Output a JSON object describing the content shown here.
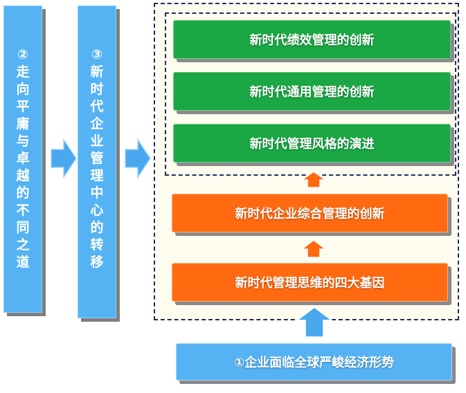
{
  "colors": {
    "blue": "#55b3f3",
    "green": "#1aa744",
    "orange": "#ff6a10",
    "frame": "#1f2d5a"
  },
  "left_columns": {
    "col2": "②走向平庸与卓越的不同之道",
    "col3": "③新时代企业管理中心的转移"
  },
  "green_boxes": [
    "新时代绩效管理的创新",
    "新时代通用管理的创新",
    "新时代管理风格的演进"
  ],
  "orange_boxes": [
    "新时代企业综合管理的创新",
    "新时代管理思维的四大基因"
  ],
  "bottom_box": "①企业面临全球严峻经济形势"
}
